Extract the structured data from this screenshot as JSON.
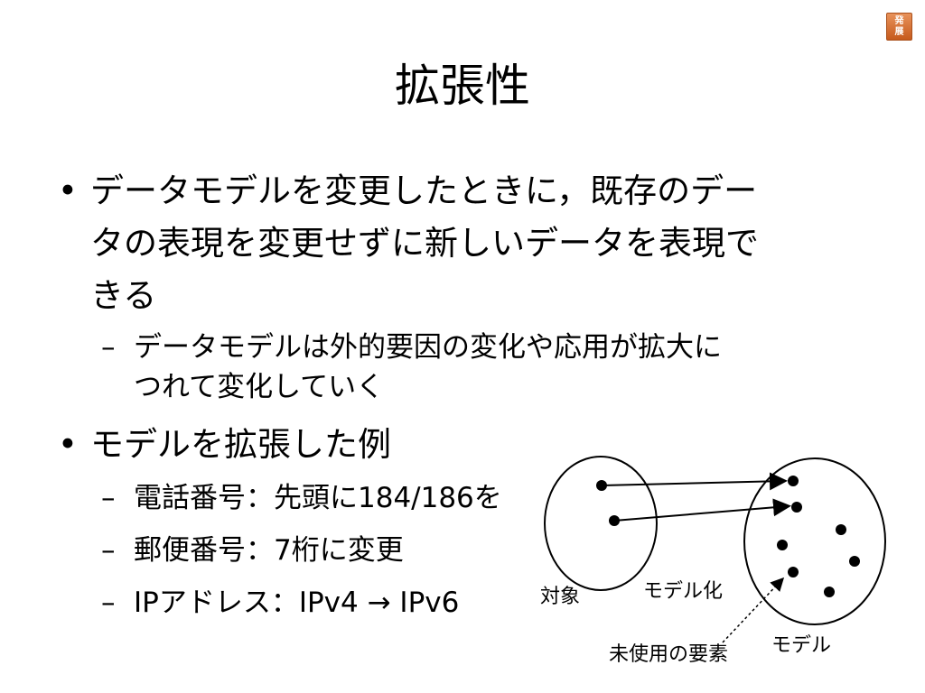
{
  "badge": {
    "line1": "発",
    "line2": "展"
  },
  "title": "拡張性",
  "bullets": [
    {
      "lines": [
        "データモデルを変更したときに，既存のデー",
        "タの表現を変更せずに新しいデータを表現で",
        "きる"
      ],
      "sub": [
        {
          "lines": [
            "データモデルは外的要因の変化や応用が拡大に",
            "つれて変化していく"
          ]
        }
      ]
    },
    {
      "lines": [
        "モデルを拡張した例"
      ],
      "sub": [
        {
          "lines": [
            "電話番号：先頭に184/186を"
          ]
        },
        {
          "lines": [
            "郵便番号：7桁に変更"
          ]
        },
        {
          "lines": [
            "IPアドレス：IPv4 → IPv6"
          ]
        }
      ]
    }
  ],
  "bullet_symbol": "•",
  "dash_symbol": "–",
  "diagram": {
    "label_object": "対象",
    "label_modeling": "モデル化",
    "label_model": "モデル",
    "label_unused": "未使用の要素"
  }
}
